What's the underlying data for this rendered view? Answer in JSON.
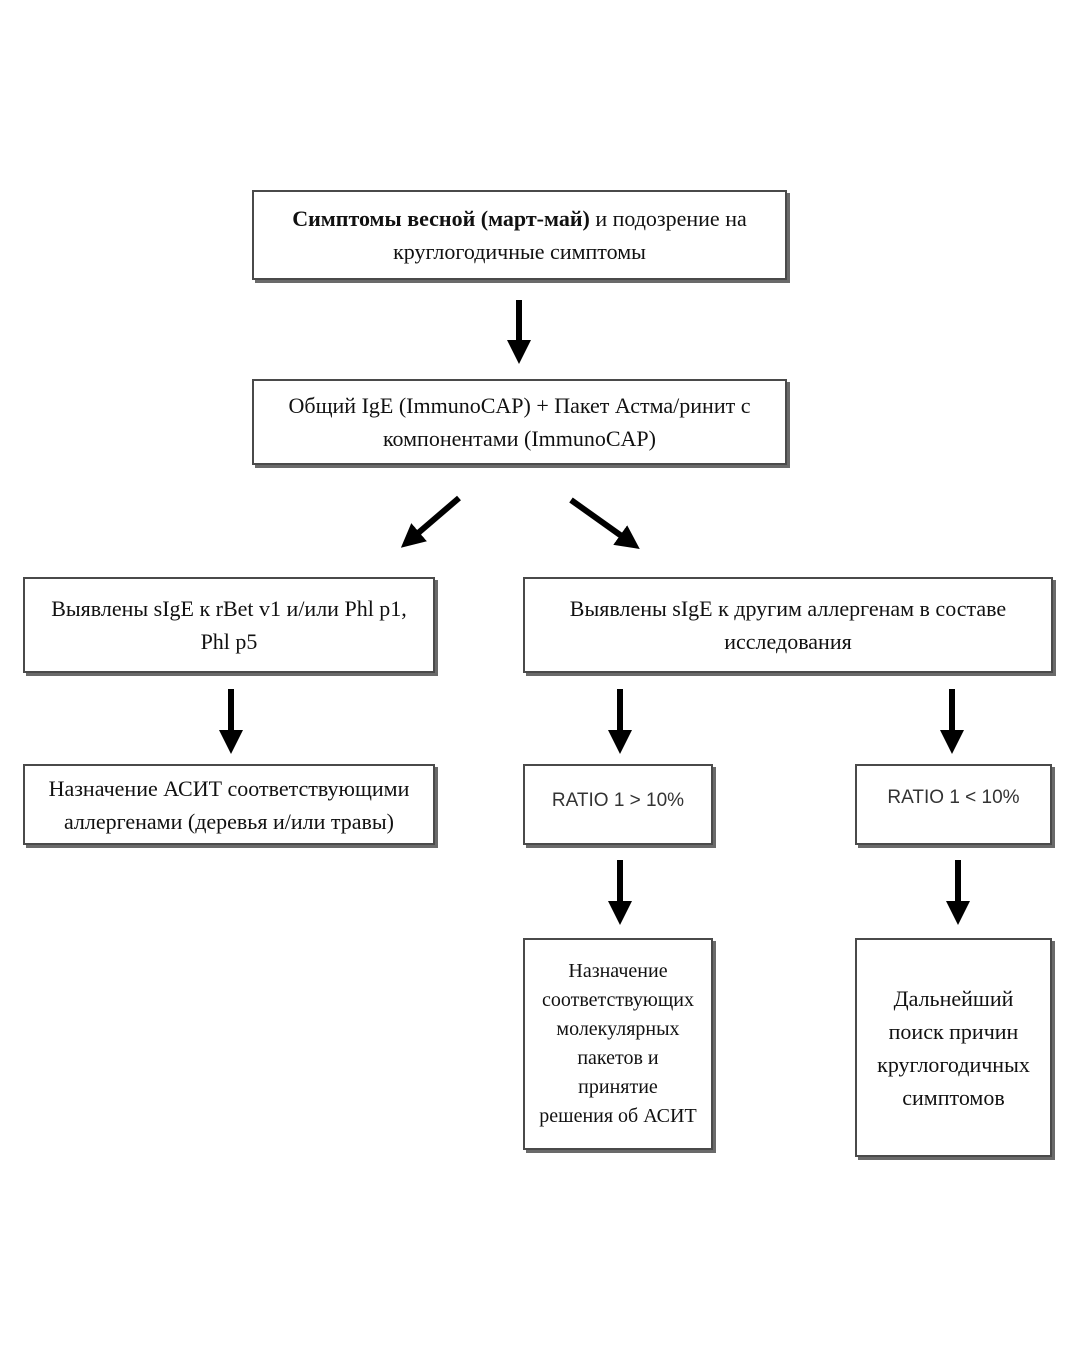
{
  "diagram": {
    "top": {
      "bold": "Симптомы весной (март-май)",
      "rest": " и подозрение на",
      "line2": "круглогодичные симптомы"
    },
    "test": {
      "line1": "Общий IgE (ImmunoCAP) + Пакет Астма/ринит с",
      "line2": "компонентами (ImmunoCAP)"
    },
    "left_branch": {
      "line1": "Выявлены sIgE к rBet v1 и/или Phl p1,",
      "line2": "Phl p5"
    },
    "right_branch": {
      "line1": "Выявлены sIgE к другим аллергенам в составе",
      "line2": "исследования"
    },
    "left_result": {
      "line1": "Назначение АСИТ соответствующими",
      "line2": "аллергенами (деревья и/или травы)"
    },
    "ratio_high": "RATIO 1 > 10%",
    "ratio_low": "RATIO 1 < 10%",
    "ratio_high_result": [
      "Назначение",
      "соответствующих",
      "молекулярных",
      "пакетов и",
      "принятие",
      "решения об АСИТ"
    ],
    "ratio_low_result": [
      "Дальнейший",
      "поиск причин",
      "круглогодичных",
      "симптомов"
    ]
  }
}
